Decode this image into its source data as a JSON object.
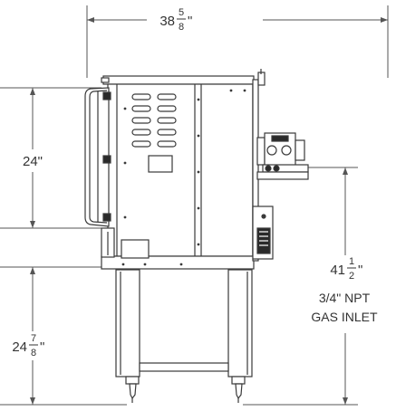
{
  "dimensions": {
    "overall_width": {
      "whole": "38",
      "num": "5",
      "den": "8",
      "unit": "\""
    },
    "cavity_height": {
      "text": "24\""
    },
    "stand_height": {
      "whole": "24",
      "num": "7",
      "den": "8",
      "unit": "\""
    },
    "gas_inlet_height": {
      "whole": "41",
      "num": "1",
      "den": "2",
      "unit": "\""
    }
  },
  "gas_inlet": {
    "line1": "3/4\" NPT",
    "line2": "GAS INLET"
  },
  "colors": {
    "line": "#3a3a3a",
    "fill_dark": "#2a2a2a",
    "fill_light": "#f2f2f2"
  }
}
